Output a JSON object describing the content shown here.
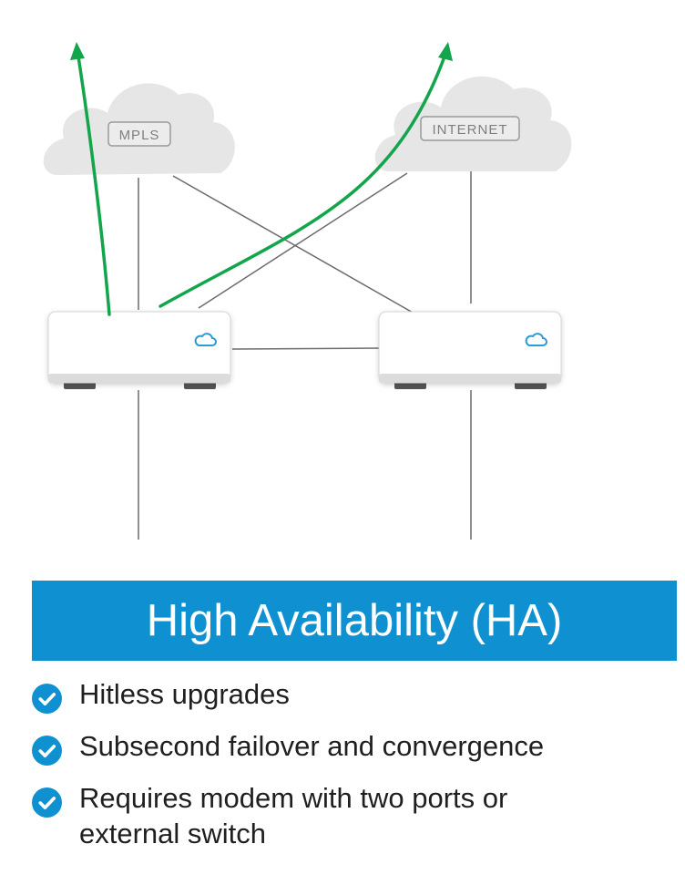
{
  "diagram": {
    "clouds": [
      {
        "id": "mpls",
        "label": "MPLS"
      },
      {
        "id": "internet",
        "label": "INTERNET"
      }
    ],
    "devices": [
      {
        "id": "edge-left",
        "icon": "cloud-icon"
      },
      {
        "id": "edge-right",
        "icon": "cloud-icon"
      }
    ],
    "colors": {
      "cloud_fill": "#e6e6e6",
      "link_line": "#6b6b6b",
      "traffic_arrow": "#13a54b",
      "device_icon": "#2b9bd8"
    }
  },
  "banner": {
    "title": "High Availability (HA)",
    "color": "#0f91d1"
  },
  "features": [
    {
      "text": "Hitless upgrades",
      "icon": "check-circle-icon"
    },
    {
      "text": "Subsecond failover and convergence",
      "icon": "check-circle-icon"
    },
    {
      "text": "Requires modem with two ports or\nexternal switch",
      "icon": "check-circle-icon"
    }
  ]
}
